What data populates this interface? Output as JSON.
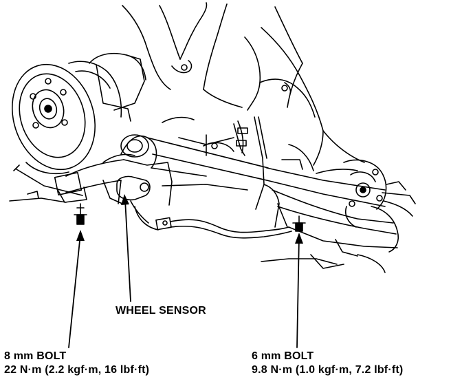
{
  "labels": {
    "wheel_sensor": "WHEEL SENSOR",
    "left_bolt": {
      "size": "8 mm BOLT",
      "torque": "22 N·m (2.2 kgf·m, 16 lbf·ft)"
    },
    "right_bolt": {
      "size": "6 mm BOLT",
      "torque": "9.8 N·m (1.0 kgf·m, 7.2 lbf·ft)"
    }
  },
  "colors": {
    "ink": "#000000",
    "paper": "#ffffff"
  }
}
